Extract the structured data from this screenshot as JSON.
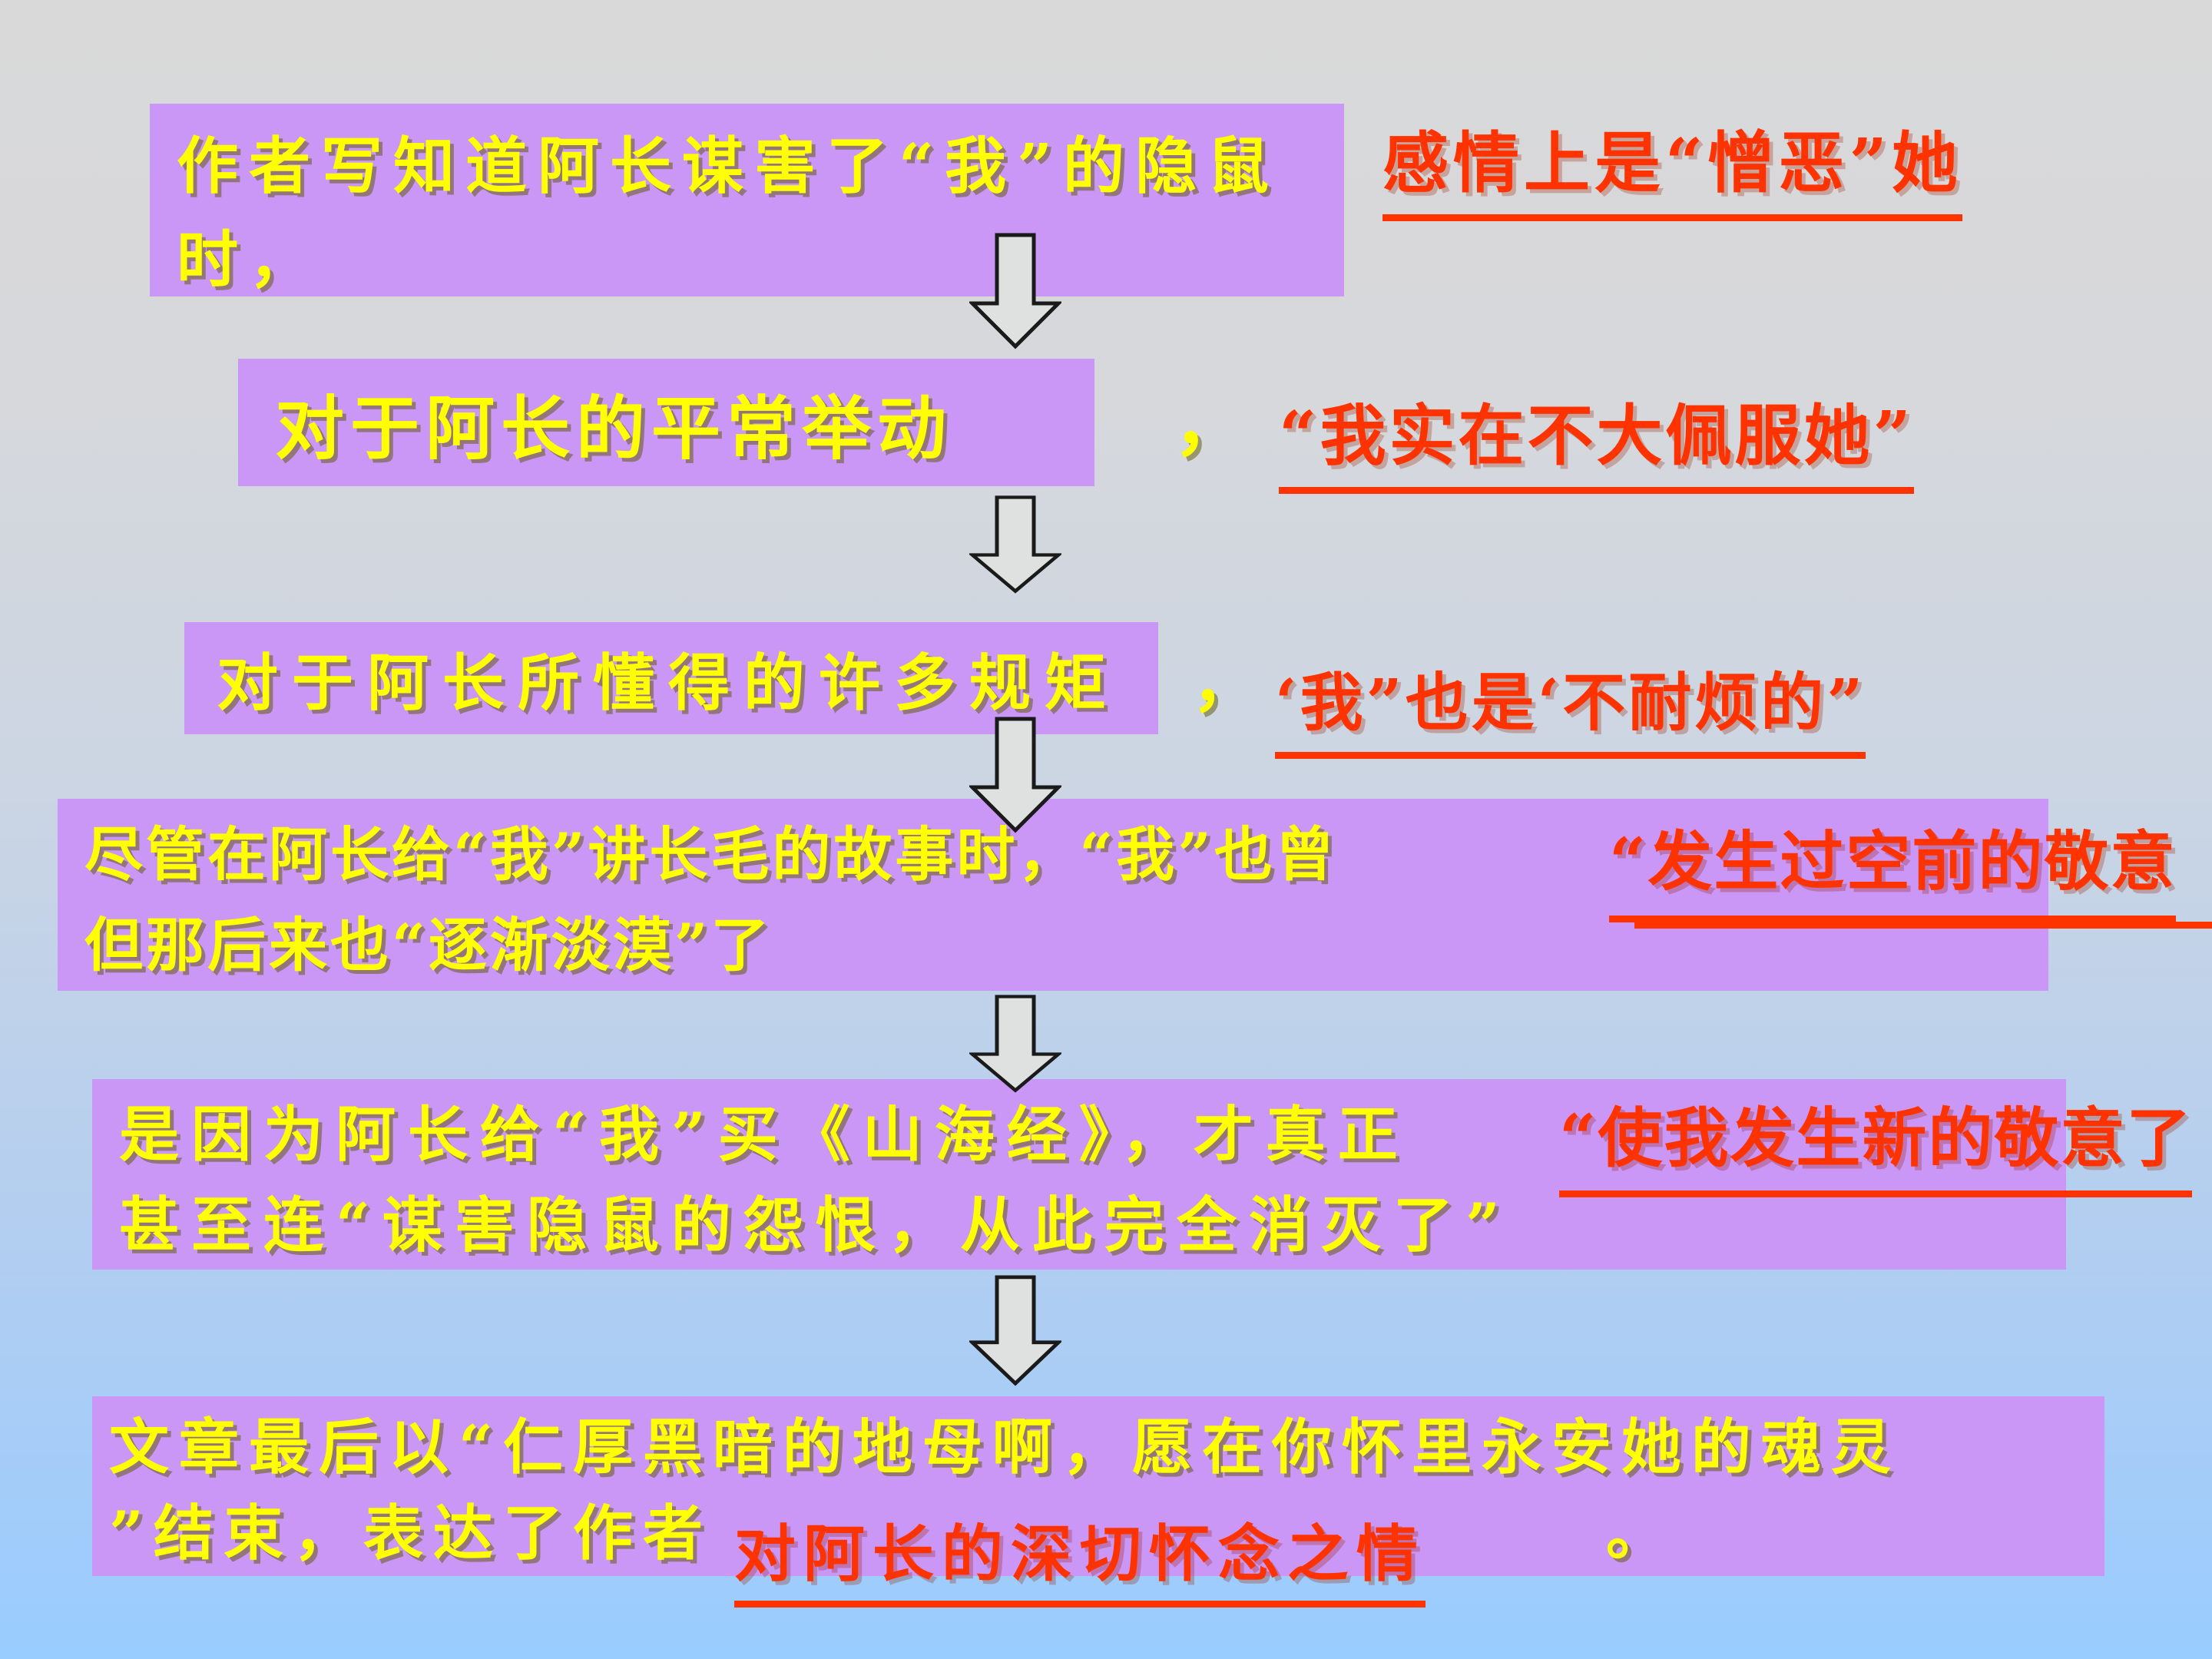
{
  "slide": {
    "background": {
      "gradient_top": "#D9D9D9",
      "gradient_bottom": "#99CCFF"
    },
    "palette": {
      "box_fill": "#CB97F7",
      "box_text_color": "#FFFF00",
      "annotation_color": "#FF3300",
      "arrow_fill": "#DFE1E1",
      "arrow_outline": "#1A1A1A"
    },
    "rows": [
      {
        "box_lines": [
          "作者写知道阿长谋害了“我”的隐鼠",
          "时，"
        ],
        "annotation": "感情上是“憎恶”她"
      },
      {
        "box_lines": [
          "对于阿长的平常举动"
        ],
        "separator": "，",
        "annotation": "“我实在不大佩服她”"
      },
      {
        "box_lines": [
          "对于阿长所懂得的许多规矩"
        ],
        "separator": "，",
        "annotation": "‘我”也是‘不耐烦的”"
      },
      {
        "box_lines": [
          "尽管在阿长给“我”讲长毛的故事时，“我”也曾",
          "但那后来也“逐渐淡漠”了"
        ],
        "annotation": "“发生过空前的敬意"
      },
      {
        "box_lines": [
          "是因为阿长给“我”买《山海经》，才真正",
          "甚至连“谋害隐鼠的怨恨，从此完全消灭了”"
        ],
        "annotation": "“使我发生新的敬意了"
      },
      {
        "box_lines": [
          "文章最后以“仁厚黑暗的地母啊，愿在你怀里永安她的魂灵",
          "”结束，表达了作者"
        ],
        "annotation": "对阿长的深切怀念之情",
        "tail": "。"
      }
    ]
  }
}
